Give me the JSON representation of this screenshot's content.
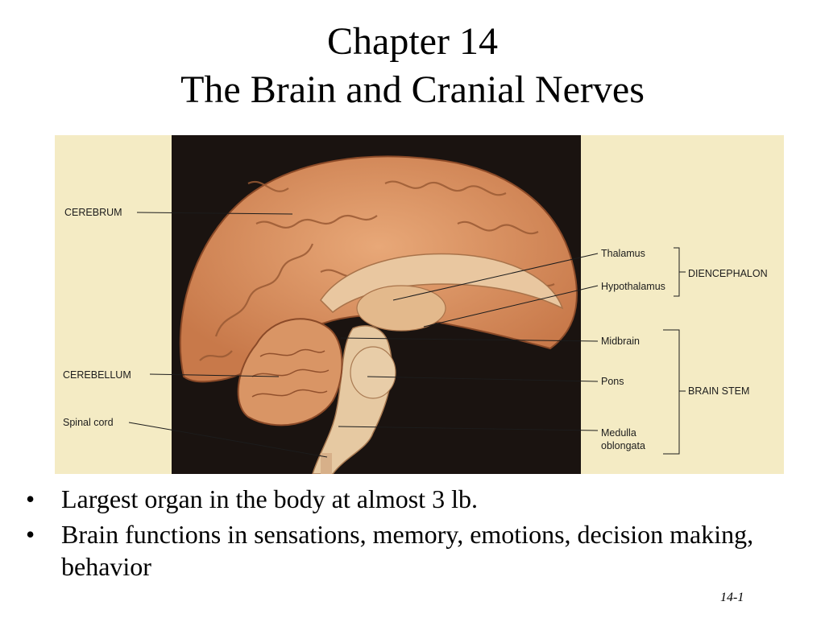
{
  "slide": {
    "title_line1": "Chapter 14",
    "title_line2": "The Brain and Cranial Nerves",
    "page_number": "14-1"
  },
  "figure": {
    "labels": {
      "cerebrum": "CEREBRUM",
      "cerebellum": "CEREBELLUM",
      "spinal_cord": "Spinal cord",
      "thalamus": "Thalamus",
      "hypothalamus": "Hypothalamus",
      "diencephalon": "DIENCEPHALON",
      "midbrain": "Midbrain",
      "pons": "Pons",
      "brain_stem": "BRAIN STEM",
      "medulla_line1": "Medulla",
      "medulla_line2": "oblongata"
    }
  },
  "bullets": {
    "bullet_symbol": "•",
    "items": [
      {
        "text": "Largest organ in the body at almost 3 lb."
      },
      {
        "text": "Brain functions in sensations, memory, emotions, decision making, behavior"
      }
    ]
  }
}
